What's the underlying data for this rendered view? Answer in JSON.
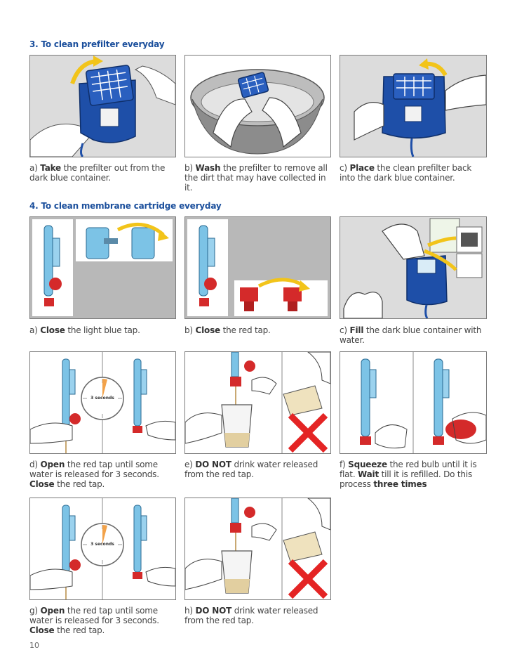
{
  "sections": {
    "prefilter": {
      "title": "3. To clean prefilter everyday"
    },
    "membrane": {
      "title": "4. To clean membrane cartridge everyday"
    }
  },
  "captions": {
    "p3a": {
      "prefix": "a) ",
      "bold": "Take",
      "rest": " the prefilter out from the dark blue container."
    },
    "p3b": {
      "prefix": "b) ",
      "bold": "Wash",
      "rest": " the prefilter to remove all the dirt that may have collected in it."
    },
    "p3c": {
      "prefix": "c) ",
      "bold": "Place",
      "rest": " the clean prefilter back into the dark blue container."
    },
    "p4a": {
      "prefix": "a) ",
      "bold": "Close",
      "rest": " the light blue tap."
    },
    "p4b": {
      "prefix": "b) ",
      "bold": "Close",
      "rest": " the red tap."
    },
    "p4c": {
      "prefix": "c) ",
      "bold": "Fill",
      "rest": " the dark blue container with water."
    },
    "p4d": {
      "prefix": "d) ",
      "bold": "Open",
      "rest": " the red tap until some water is released for 3 seconds.",
      "bold2": "Close",
      "rest2": " the red tap."
    },
    "p4e": {
      "prefix": "e) ",
      "bold": "DO NOT",
      "rest": " drink water released from the red tap."
    },
    "p4f": {
      "prefix": "f) ",
      "bold": "Squeeze",
      "rest": " the red bulb until it is flat. ",
      "bold2": "Wait",
      "rest2": " till it is refilled. Do this process ",
      "bold3": "three times"
    },
    "p4g": {
      "prefix": "g) ",
      "bold": "Open",
      "rest": " the red tap until some water is released for 3 seconds.",
      "bold2": "Close",
      "rest2": " the red tap."
    },
    "p4h": {
      "prefix": "h) ",
      "bold": "DO NOT",
      "rest": " drink water released from the red tap."
    }
  },
  "clock_labels": {
    "d": "3 seconds",
    "g": "3 seconds"
  },
  "page_number": "10",
  "colors": {
    "title_blue": "#1b4f9c",
    "dark_blue_container": "#1e4fa8",
    "light_blue_tube": "#7cc3e6",
    "red_tap": "#d42a2a",
    "yellow_arrow": "#f2c41a",
    "panel_bg": "#d8d8d8"
  }
}
